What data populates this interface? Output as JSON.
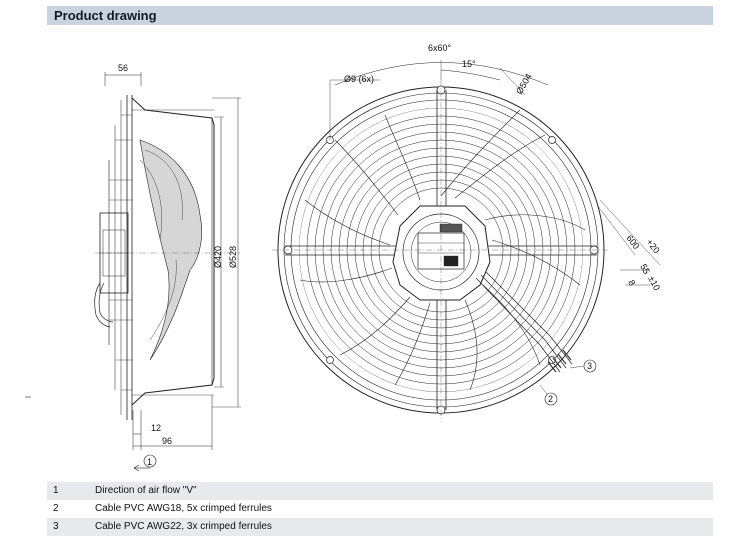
{
  "header": {
    "title": "Product drawing"
  },
  "dimensions": {
    "side_depth": "56",
    "dia_inner": "Ø420",
    "dia_outer": "Ø528",
    "flange": "12",
    "depth": "96",
    "bolt_pattern": "6x60°",
    "angle": "15°",
    "hole": "Ø9 (6x)",
    "bolt_circle": "Ø504",
    "cable_length": "600",
    "cable_tol": "+20",
    "strip_length": "55",
    "strip_tol": "±10",
    "ferrule": "8"
  },
  "callouts": {
    "c1": "1",
    "c2": "2",
    "c3": "3"
  },
  "legend": [
    {
      "num": "1",
      "text": "Direction of air flow \"V\""
    },
    {
      "num": "2",
      "text": "Cable PVC AWG18, 5x crimped ferrules"
    },
    {
      "num": "3",
      "text": "Cable PVC AWG22, 3x crimped ferrules"
    }
  ]
}
